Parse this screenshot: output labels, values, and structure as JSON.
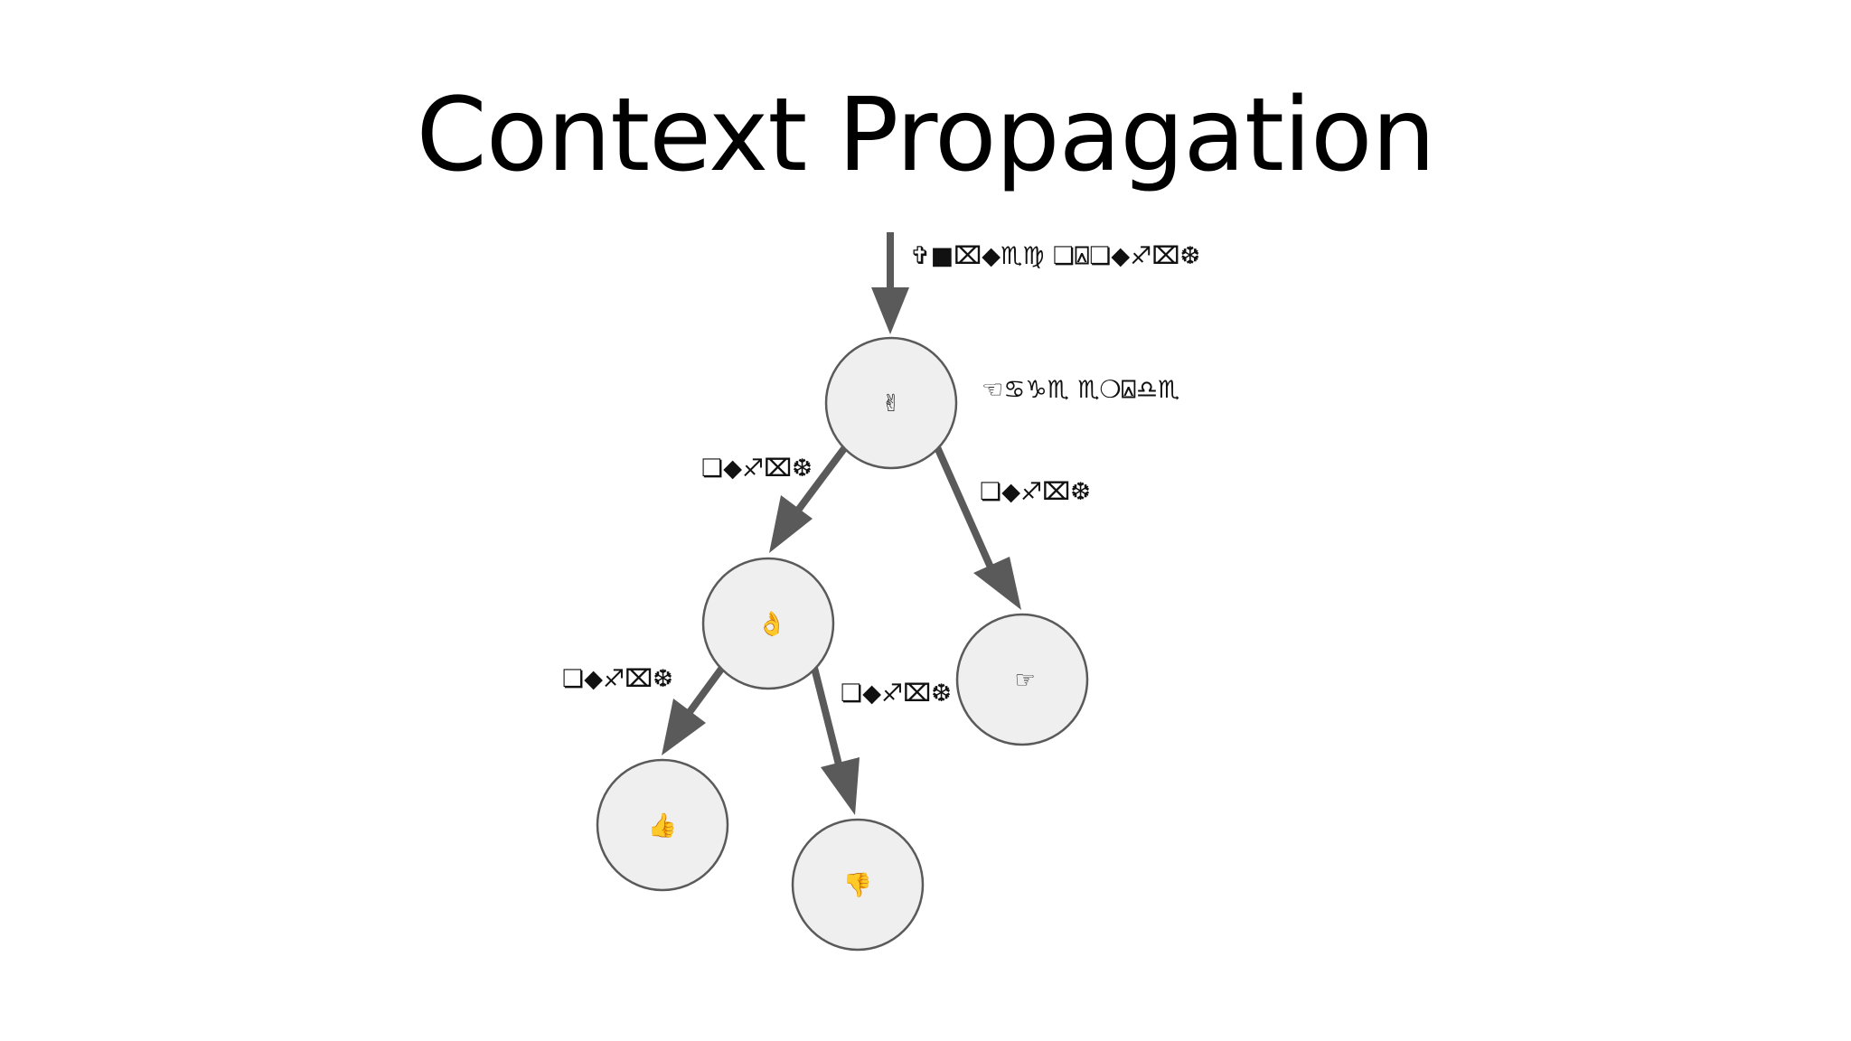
{
  "slide": {
    "title": "Context Propagation"
  },
  "diagram": {
    "colors": {
      "node_fill": "#efefef",
      "node_stroke": "#5a5a5a",
      "edge": "#5a5a5a",
      "label": "#111111"
    },
    "incoming_label": "✞■⌧◆♏♍ ❏⍓❏◆♐⌧❆",
    "root_side_label": "☜♋♑♏ ♏❍⍓♎♏",
    "nodes": [
      {
        "id": "root",
        "icon_name": "victory-hand-icon",
        "glyph": "✌"
      },
      {
        "id": "left",
        "icon_name": "ok-hand-icon",
        "glyph": "👌"
      },
      {
        "id": "right",
        "icon_name": "pointing-hand-icon",
        "glyph": "☞"
      },
      {
        "id": "left-left",
        "icon_name": "thumbs-up-icon",
        "glyph": "👍"
      },
      {
        "id": "left-right",
        "icon_name": "thumbs-down-icon",
        "glyph": "👎"
      }
    ],
    "edges": [
      {
        "from": "root",
        "to": "left",
        "label": "❏◆♐⌧❆"
      },
      {
        "from": "root",
        "to": "right",
        "label": "❏◆♐⌧❆"
      },
      {
        "from": "left",
        "to": "left-left",
        "label": "❏◆♐⌧❆"
      },
      {
        "from": "left",
        "to": "left-right",
        "label": "❏◆♐⌧❆"
      }
    ]
  }
}
